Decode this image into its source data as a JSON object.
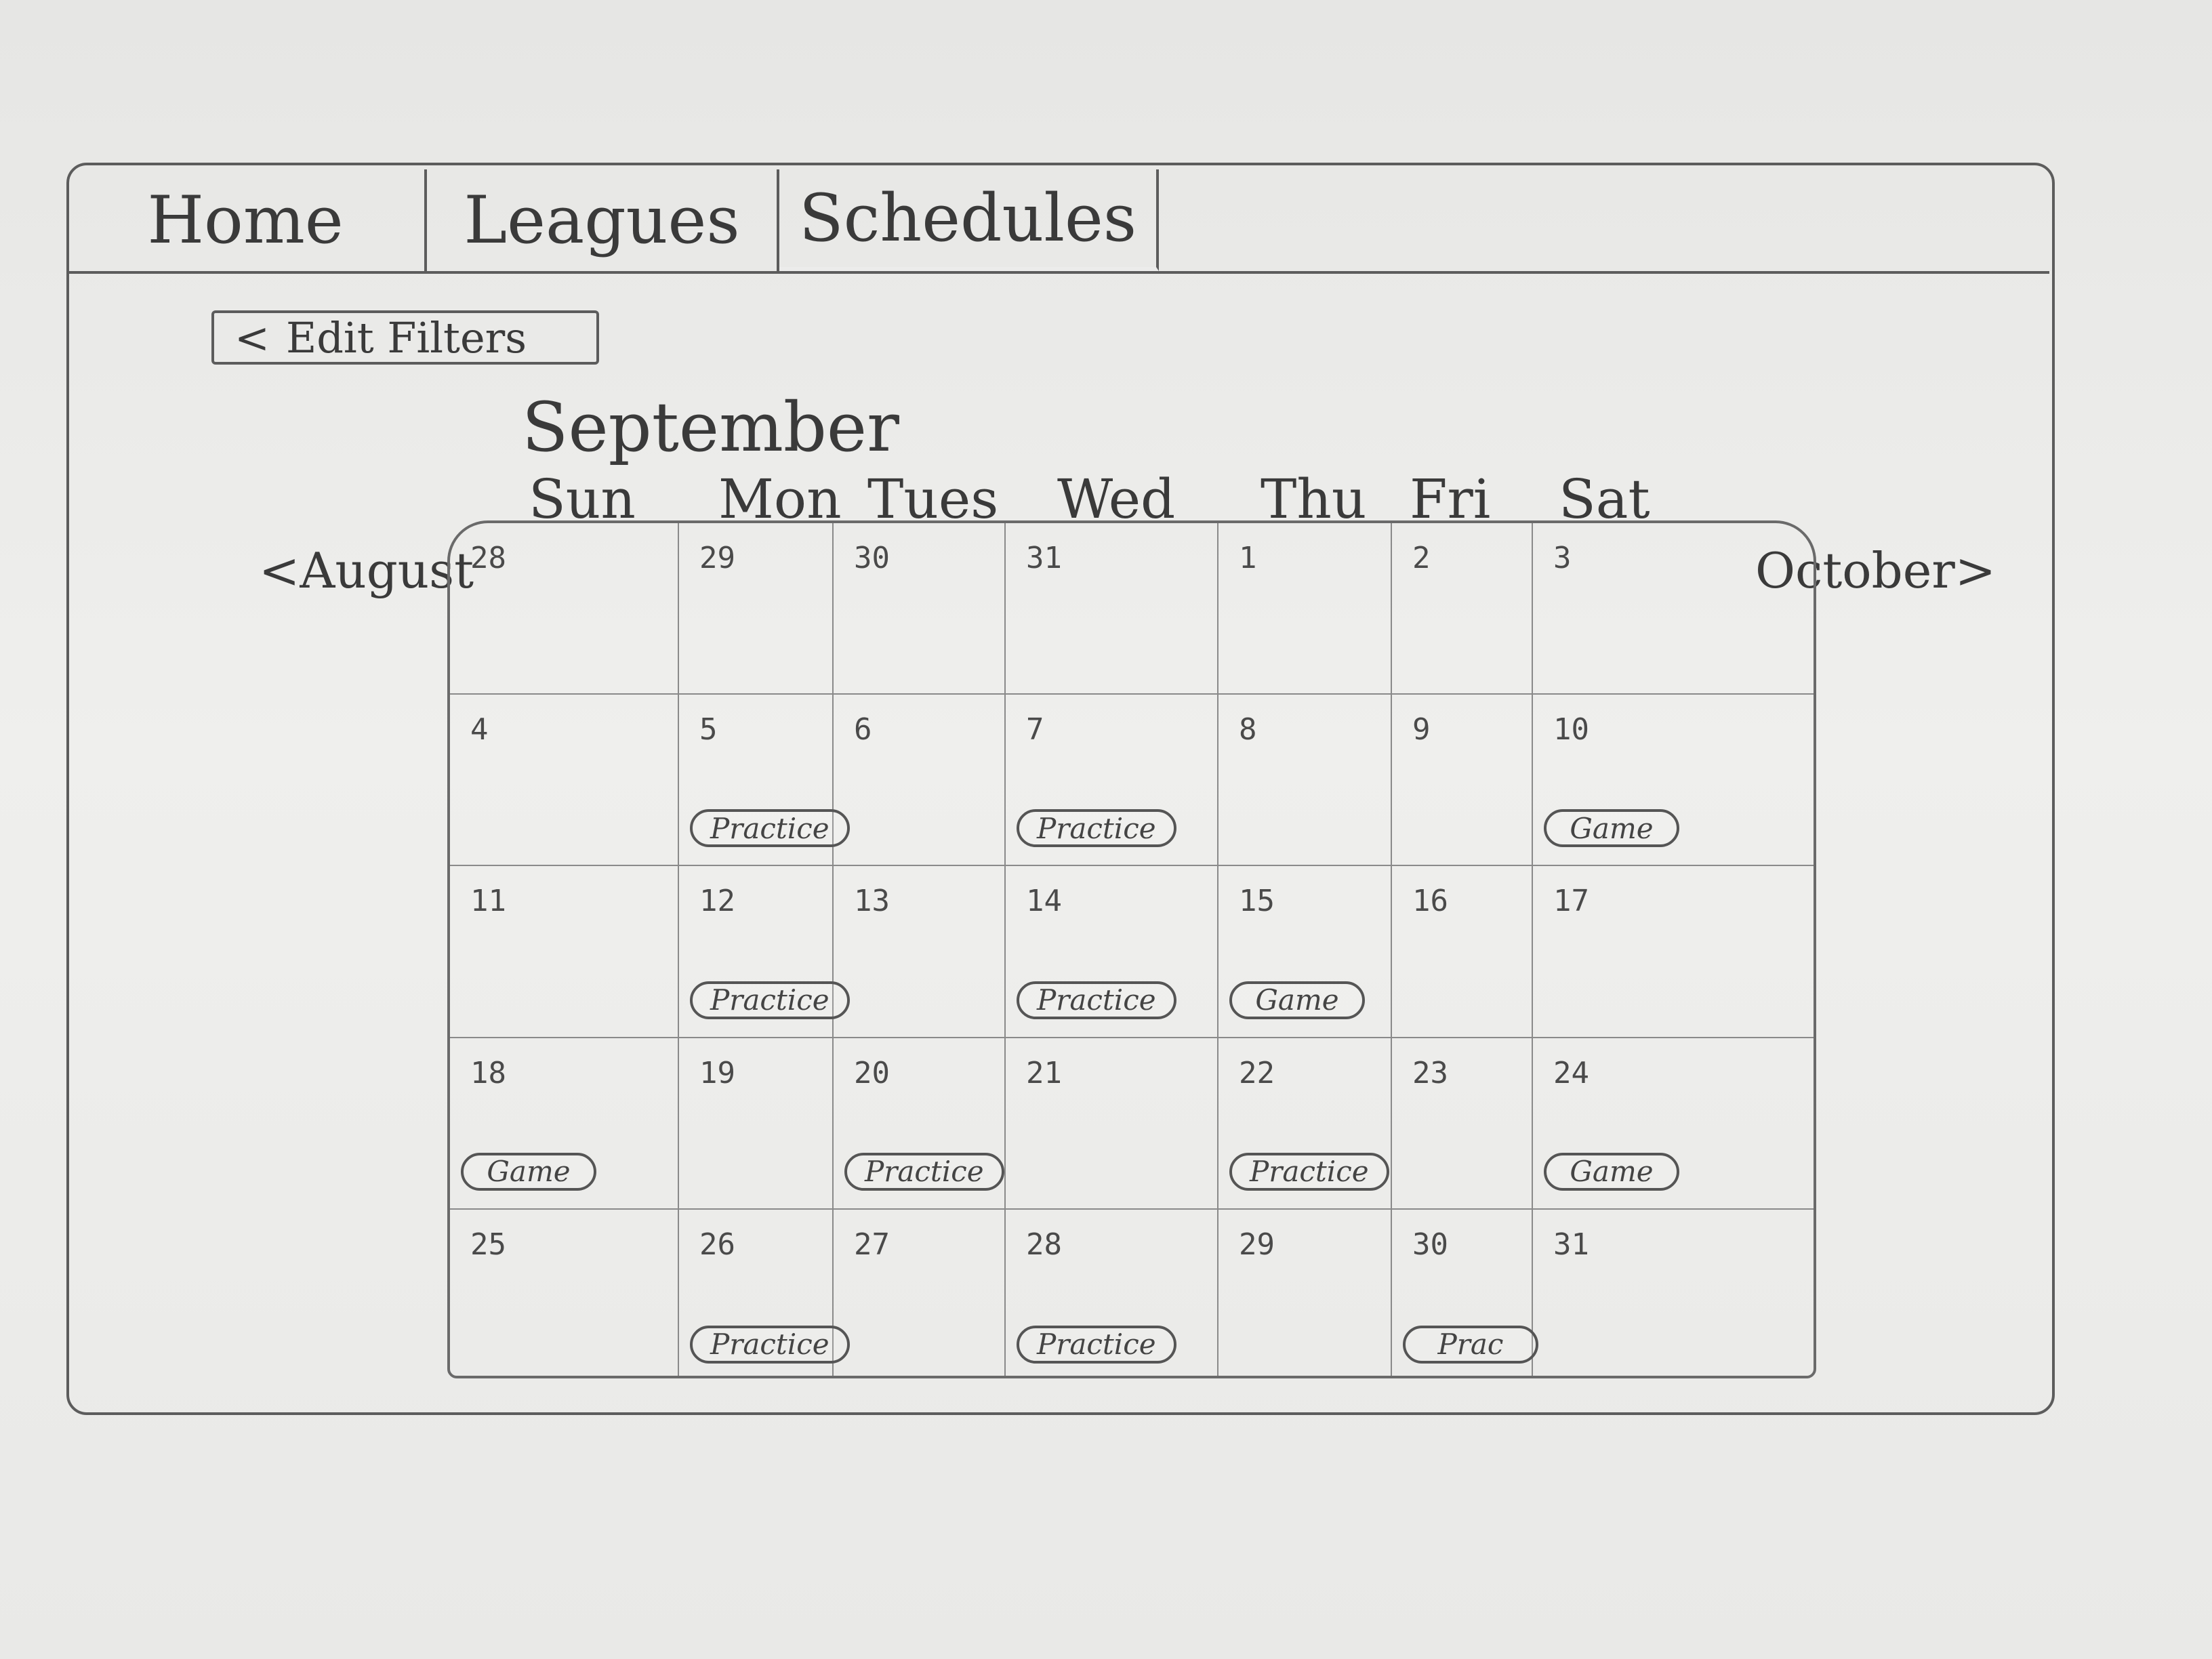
{
  "nav": {
    "tabs": [
      {
        "label": "Home"
      },
      {
        "label": "Leagues"
      },
      {
        "label": "Schedules"
      }
    ]
  },
  "toolbar": {
    "filters_chevron": "<",
    "filters_label": "Edit Filters"
  },
  "calendar": {
    "month": "September",
    "prev_label": "<August",
    "next_label": "October>",
    "weekdays": [
      "Sun",
      "Mon",
      "Tues",
      "Wed",
      "Thu",
      "Fri",
      "Sat"
    ],
    "weeks": [
      [
        {
          "day": "28",
          "event": ""
        },
        {
          "day": "29",
          "event": ""
        },
        {
          "day": "30",
          "event": ""
        },
        {
          "day": "31",
          "event": ""
        },
        {
          "day": "1",
          "event": ""
        },
        {
          "day": "2",
          "event": ""
        },
        {
          "day": "3",
          "event": ""
        }
      ],
      [
        {
          "day": "4",
          "event": ""
        },
        {
          "day": "5",
          "event": "Practice"
        },
        {
          "day": "6",
          "event": ""
        },
        {
          "day": "7",
          "event": "Practice"
        },
        {
          "day": "8",
          "event": ""
        },
        {
          "day": "9",
          "event": ""
        },
        {
          "day": "10",
          "event": "Game"
        }
      ],
      [
        {
          "day": "11",
          "event": ""
        },
        {
          "day": "12",
          "event": "Practice"
        },
        {
          "day": "13",
          "event": ""
        },
        {
          "day": "14",
          "event": "Practice"
        },
        {
          "day": "15",
          "event": "Game"
        },
        {
          "day": "16",
          "event": ""
        },
        {
          "day": "17",
          "event": ""
        }
      ],
      [
        {
          "day": "18",
          "event": "Game"
        },
        {
          "day": "19",
          "event": ""
        },
        {
          "day": "20",
          "event": "Practice"
        },
        {
          "day": "21",
          "event": ""
        },
        {
          "day": "22",
          "event": "Practice"
        },
        {
          "day": "23",
          "event": ""
        },
        {
          "day": "24",
          "event": "Game"
        }
      ],
      [
        {
          "day": "25",
          "event": ""
        },
        {
          "day": "26",
          "event": "Practice"
        },
        {
          "day": "27",
          "event": ""
        },
        {
          "day": "28",
          "event": "Practice"
        },
        {
          "day": "29",
          "event": ""
        },
        {
          "day": "30",
          "event": "Prac"
        },
        {
          "day": "31",
          "event": ""
        }
      ]
    ]
  }
}
